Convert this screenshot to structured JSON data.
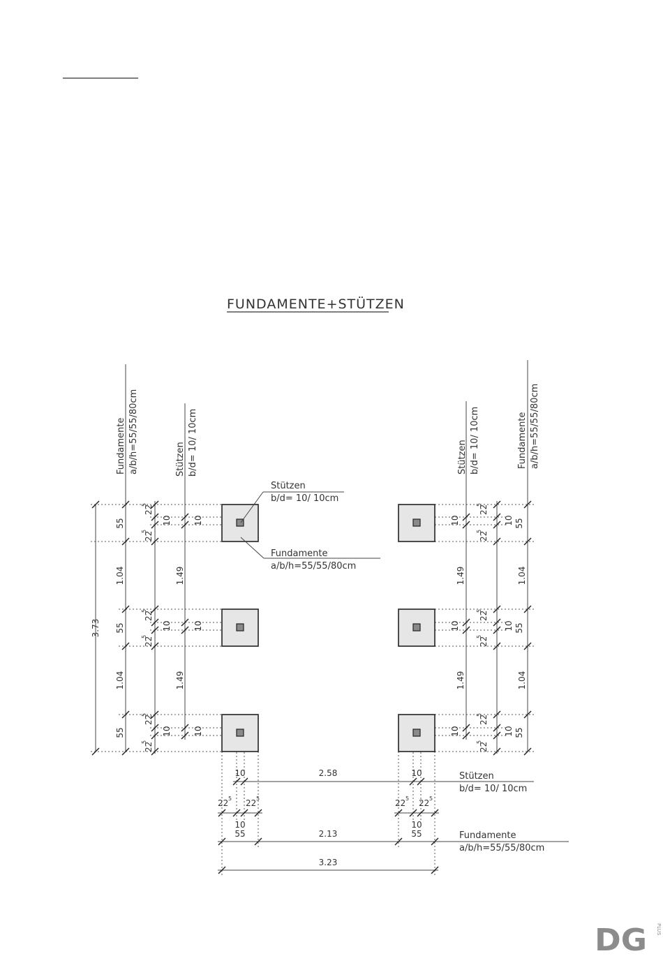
{
  "title": "FUNDAMENTE+STÜTZEN",
  "labels": {
    "fundamente": "Fundamente",
    "fundamente_spec": "a/b/h=55/55/80cm",
    "stuetzen": "Stützen",
    "stuetzen_spec": "b/d= 10/ 10cm"
  },
  "dims": {
    "total_vertical": "3.73",
    "found_size": "55",
    "gap_found": "1.04",
    "gap_col": "1.49",
    "col_size": "10",
    "offset": "22",
    "offset_sup": "5",
    "col_spacing": "2.58",
    "found_spacing": "2.13",
    "total_horizontal": "3.23"
  },
  "logo": {
    "text": "DG",
    "sub": "PLUS"
  }
}
